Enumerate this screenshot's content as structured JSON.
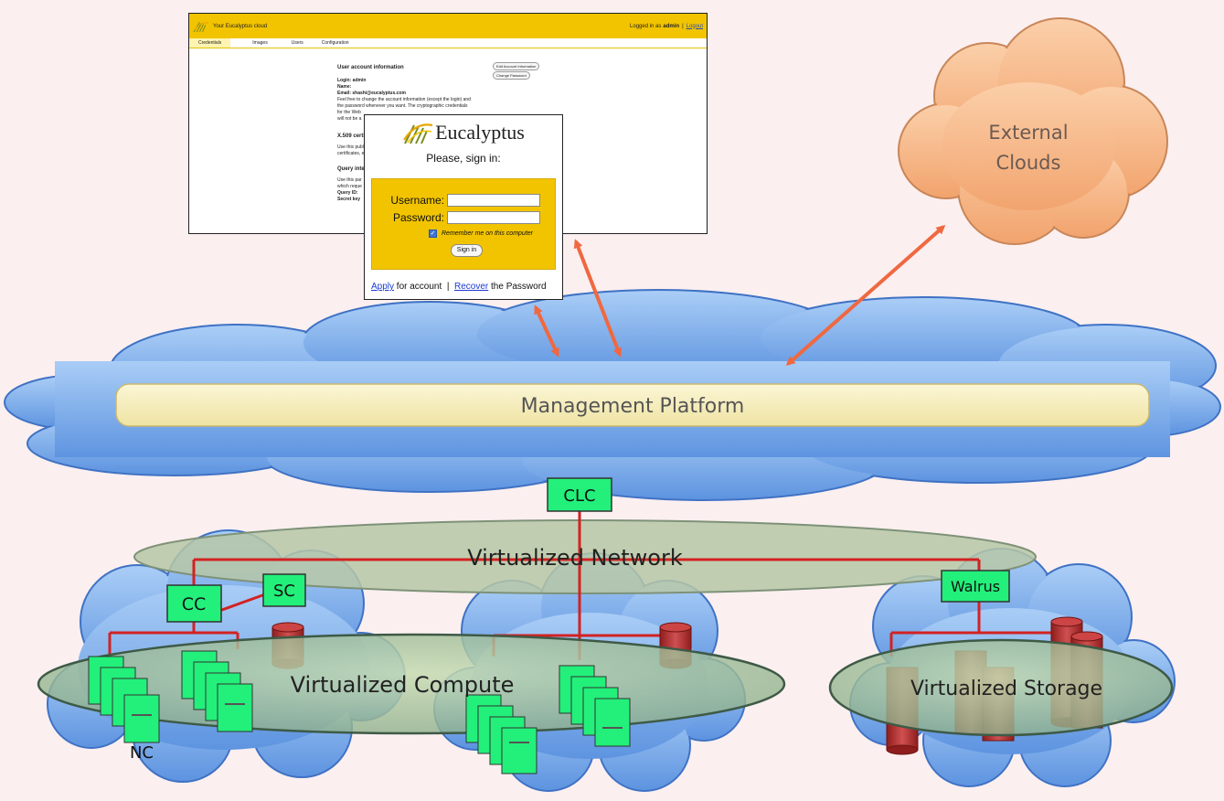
{
  "admin_console": {
    "site_title": "Your Eucalyptus cloud",
    "logged_in_prefix": "Logged in as",
    "username": "admin",
    "separator": "|",
    "logout_label": "Logout",
    "tabs": [
      "Credentials",
      "Images",
      "Users",
      "Configuration"
    ],
    "section_title": "User account information",
    "login_line": "Login: admin",
    "name_line": "Name:",
    "email_line": "Email: shashi@eucalyptus.com",
    "note_lines": [
      "Feel free to change the account information (except the login) and",
      "the password whenever you want. The cryptographic credentials",
      "for the Web",
      "will not be a"
    ],
    "edit_button": "Edit Account Information",
    "password_button": "Change Password",
    "x509_title": "X.509 certi",
    "x509_lines": [
      "Use this publ",
      "certificates, e"
    ],
    "query_title": "Query inte",
    "query_lines": [
      "Use this par",
      "which reque"
    ],
    "query_id_label": "Query ID:",
    "secret_key_label": "Secret key"
  },
  "signin": {
    "brand": "Eucalyptus",
    "prompt": "Please, sign in:",
    "username_label": "Username:",
    "password_label": "Password:",
    "remember_label": "Remember me on this computer",
    "remember_checked": true,
    "signin_button": "Sign in",
    "apply_link": "Apply",
    "apply_suffix": " for account  |  ",
    "recover_link": "Recover",
    "recover_suffix": " the Password"
  },
  "diagram": {
    "external_clouds_line1": "External",
    "external_clouds_line2": "Clouds",
    "management_platform": "Management Platform",
    "clc": "CLC",
    "virtualized_network": "Virtualized Network",
    "cc": "CC",
    "sc": "SC",
    "walrus": "Walrus",
    "nc": "NC",
    "virtualized_compute": "Virtualized Compute",
    "virtualized_storage": "Virtualized Storage"
  },
  "colors": {
    "background": "#fbeff0",
    "cloud_blue": "#7aaae8",
    "external_cloud": "#f6b98e",
    "arrow": "#f06840",
    "component_green": "#22f07a",
    "link_red": "#d22222",
    "platform_bar": "#f7efb9",
    "eucalyptus_yellow": "#f2c400"
  }
}
